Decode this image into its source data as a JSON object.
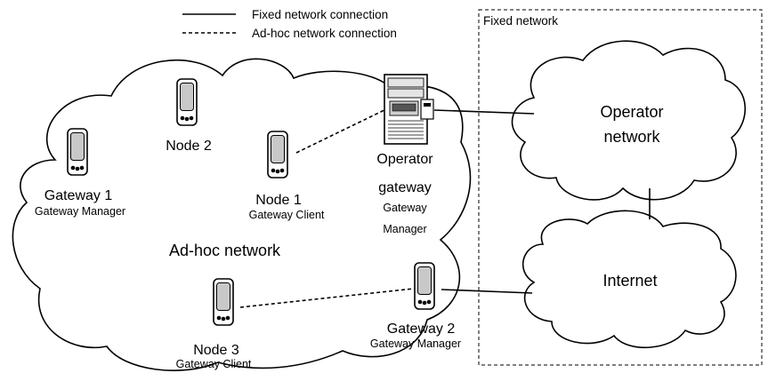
{
  "legend": {
    "fixed_label": "Fixed network connection",
    "adhoc_label": "Ad-hoc network connection"
  },
  "fixed_network_title": "Fixed network",
  "adhoc_cloud_label": "Ad-hoc network",
  "operator_cloud": {
    "line1": "Operator",
    "line2": "network"
  },
  "internet_cloud_label": "Internet",
  "nodes": {
    "node2": {
      "name": "Node 2"
    },
    "gateway1": {
      "name": "Gateway 1",
      "role": "Gateway Manager"
    },
    "node1": {
      "name": "Node 1",
      "role": "Gateway Client"
    },
    "node3": {
      "name": "Node 3",
      "role": "Gateway Client"
    },
    "gateway2": {
      "name": "Gateway 2",
      "role": "Gateway Manager"
    }
  },
  "operator_gateway": {
    "line1": "Operator",
    "line2": "gateway",
    "role1": "Gateway",
    "role2": "Manager"
  }
}
